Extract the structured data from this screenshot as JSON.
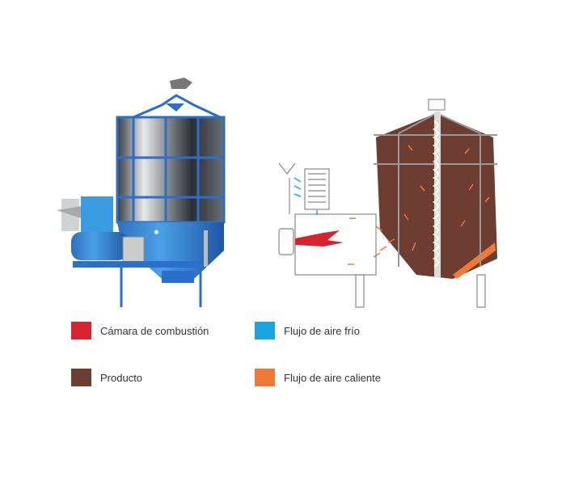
{
  "legend": [
    {
      "label": "Cámara de combustión",
      "color": "#d52330"
    },
    {
      "label": "Flujo de aire frío",
      "color": "#1ba5de"
    },
    {
      "label": "Producto",
      "color": "#6e3d32"
    },
    {
      "label": "Flujo de aire caliente",
      "color": "#f07a35"
    }
  ]
}
